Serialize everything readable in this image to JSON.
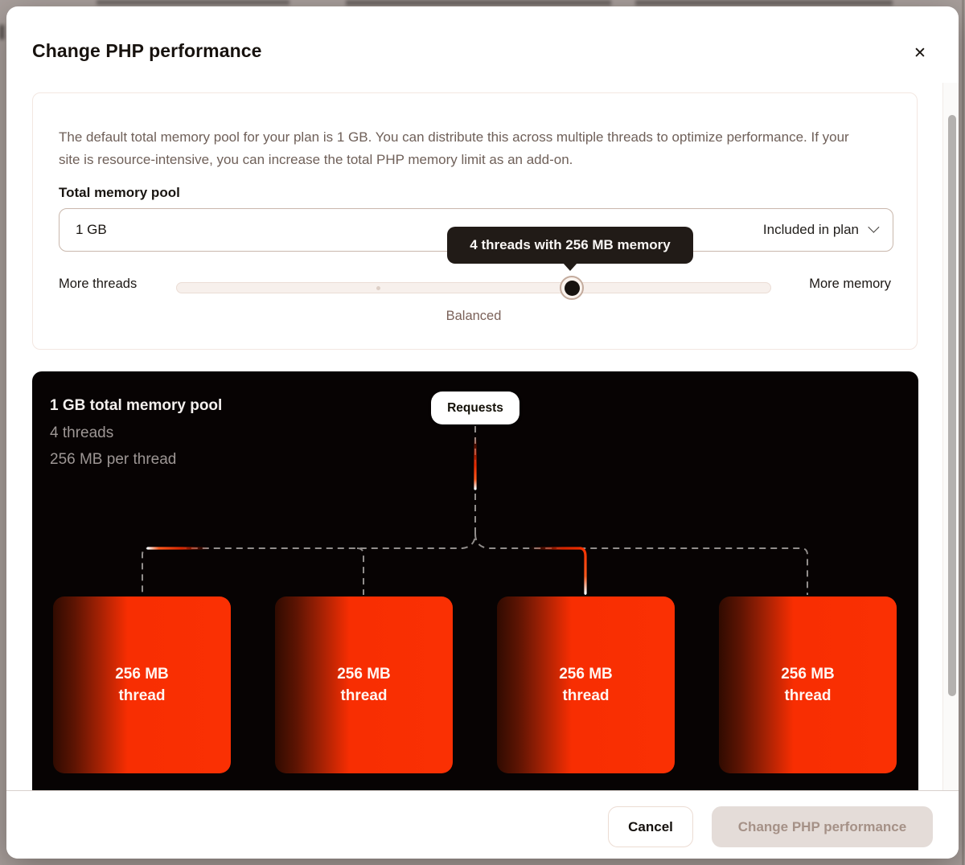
{
  "modal": {
    "title": "Change PHP performance",
    "close_icon": "✕",
    "body": {
      "description": "The default total memory pool for your plan is 1 GB. You can distribute this across multiple threads to optimize performance. If your site is resource-intensive, you can increase the total PHP memory limit as an add-on.",
      "memory_pool": {
        "label": "Total memory pool",
        "selected_value": "1 GB",
        "plan_note": "Included in plan"
      },
      "slider": {
        "tooltip": "4 threads with 256 MB memory",
        "left_label": "More threads",
        "right_label": "More memory",
        "center_label": "Balanced"
      }
    },
    "visualization": {
      "heading": "1 GB total memory pool",
      "threads_line": "4 threads",
      "memory_line": "256 MB per thread",
      "requests_label": "Requests",
      "threads": [
        {
          "size": "256 MB",
          "unit": "thread"
        },
        {
          "size": "256 MB",
          "unit": "thread"
        },
        {
          "size": "256 MB",
          "unit": "thread"
        },
        {
          "size": "256 MB",
          "unit": "thread"
        }
      ]
    },
    "footer": {
      "cancel_label": "Cancel",
      "submit_label": "Change PHP performance"
    }
  },
  "colors": {
    "overlay_bg": "#a9a09d",
    "accent_red": "#f82e02",
    "tooltip_bg": "#211b17",
    "panel_bg": "#070303"
  }
}
